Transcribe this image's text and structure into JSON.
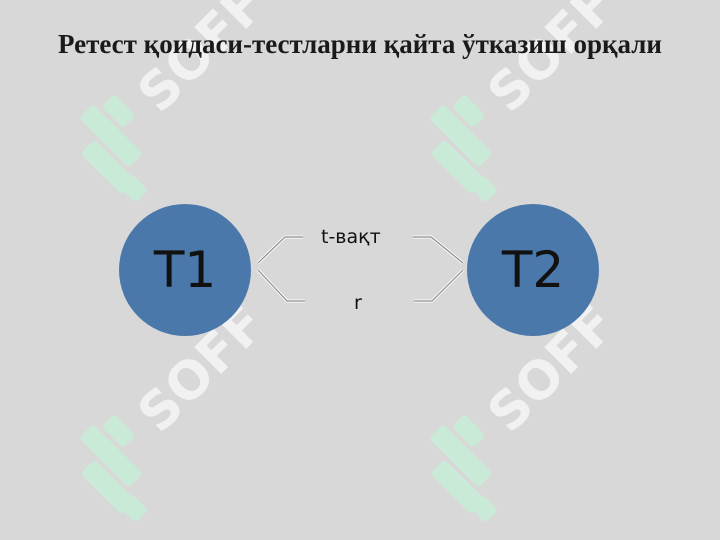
{
  "slide": {
    "title": "Ретест қоидаси-тестларни қайта ўтказиш орқали",
    "nodes": {
      "t1": "T1",
      "t2": "T2"
    },
    "labels": {
      "time": "t-вақт",
      "r": "r"
    },
    "watermark_text": "SOFF",
    "colors": {
      "background": "#d8d8d8",
      "node_fill": "#4a78aa",
      "connector": "#8a8a8a",
      "watermark_logo": "#c9ecd6"
    }
  }
}
